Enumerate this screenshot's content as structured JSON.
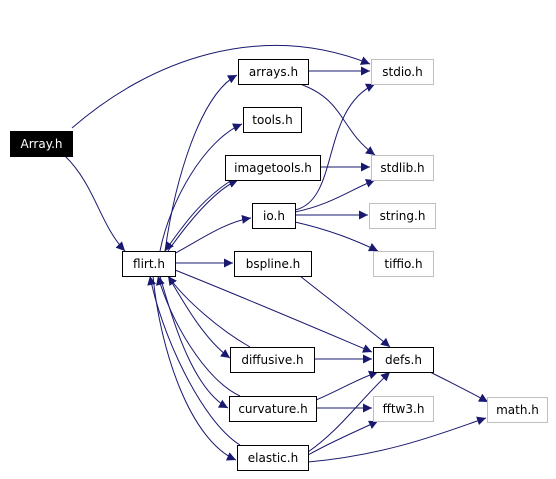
{
  "colors": {
    "edge": "#191970",
    "node_border": "#000000",
    "missing_border": "#bfbfbf",
    "root_fill": "#000000",
    "root_text": "#ffffff",
    "node_fill": "#ffffff",
    "node_text": "#000000"
  },
  "nodes": [
    {
      "id": "array_h",
      "label": "Array.h",
      "kind": "root"
    },
    {
      "id": "flirt_h",
      "label": "flirt.h",
      "kind": "normal"
    },
    {
      "id": "arrays_h",
      "label": "arrays.h",
      "kind": "normal"
    },
    {
      "id": "tools_h",
      "label": "tools.h",
      "kind": "normal"
    },
    {
      "id": "imagetools_h",
      "label": "imagetools.h",
      "kind": "normal"
    },
    {
      "id": "io_h",
      "label": "io.h",
      "kind": "normal"
    },
    {
      "id": "bspline_h",
      "label": "bspline.h",
      "kind": "normal"
    },
    {
      "id": "diffusive_h",
      "label": "diffusive.h",
      "kind": "normal"
    },
    {
      "id": "curvature_h",
      "label": "curvature.h",
      "kind": "normal"
    },
    {
      "id": "elastic_h",
      "label": "elastic.h",
      "kind": "normal"
    },
    {
      "id": "defs_h",
      "label": "defs.h",
      "kind": "normal"
    },
    {
      "id": "stdio_h",
      "label": "stdio.h",
      "kind": "missing"
    },
    {
      "id": "stdlib_h",
      "label": "stdlib.h",
      "kind": "missing"
    },
    {
      "id": "string_h",
      "label": "string.h",
      "kind": "missing"
    },
    {
      "id": "tiffio_h",
      "label": "tiffio.h",
      "kind": "missing"
    },
    {
      "id": "fftw3_h",
      "label": "fftw3.h",
      "kind": "missing"
    },
    {
      "id": "math_h",
      "label": "math.h",
      "kind": "missing"
    }
  ],
  "edges": [
    {
      "from": "array_h",
      "to": "stdio_h"
    },
    {
      "from": "array_h",
      "to": "flirt_h"
    },
    {
      "from": "flirt_h",
      "to": "arrays_h"
    },
    {
      "from": "flirt_h",
      "to": "tools_h"
    },
    {
      "from": "flirt_h",
      "to": "imagetools_h"
    },
    {
      "from": "flirt_h",
      "to": "io_h"
    },
    {
      "from": "flirt_h",
      "to": "bspline_h"
    },
    {
      "from": "flirt_h",
      "to": "diffusive_h"
    },
    {
      "from": "flirt_h",
      "to": "curvature_h"
    },
    {
      "from": "flirt_h",
      "to": "elastic_h"
    },
    {
      "from": "flirt_h",
      "to": "defs_h"
    },
    {
      "from": "arrays_h",
      "to": "stdio_h"
    },
    {
      "from": "arrays_h",
      "to": "stdlib_h"
    },
    {
      "from": "imagetools_h",
      "to": "flirt_h"
    },
    {
      "from": "imagetools_h",
      "to": "stdlib_h"
    },
    {
      "from": "io_h",
      "to": "stdio_h"
    },
    {
      "from": "io_h",
      "to": "stdlib_h"
    },
    {
      "from": "io_h",
      "to": "string_h"
    },
    {
      "from": "io_h",
      "to": "tiffio_h"
    },
    {
      "from": "bspline_h",
      "to": "defs_h"
    },
    {
      "from": "diffusive_h",
      "to": "defs_h"
    },
    {
      "from": "diffusive_h",
      "to": "flirt_h"
    },
    {
      "from": "curvature_h",
      "to": "defs_h"
    },
    {
      "from": "curvature_h",
      "to": "fftw3_h"
    },
    {
      "from": "curvature_h",
      "to": "flirt_h"
    },
    {
      "from": "elastic_h",
      "to": "defs_h"
    },
    {
      "from": "elastic_h",
      "to": "fftw3_h"
    },
    {
      "from": "elastic_h",
      "to": "math_h"
    },
    {
      "from": "elastic_h",
      "to": "flirt_h"
    },
    {
      "from": "defs_h",
      "to": "math_h"
    }
  ]
}
